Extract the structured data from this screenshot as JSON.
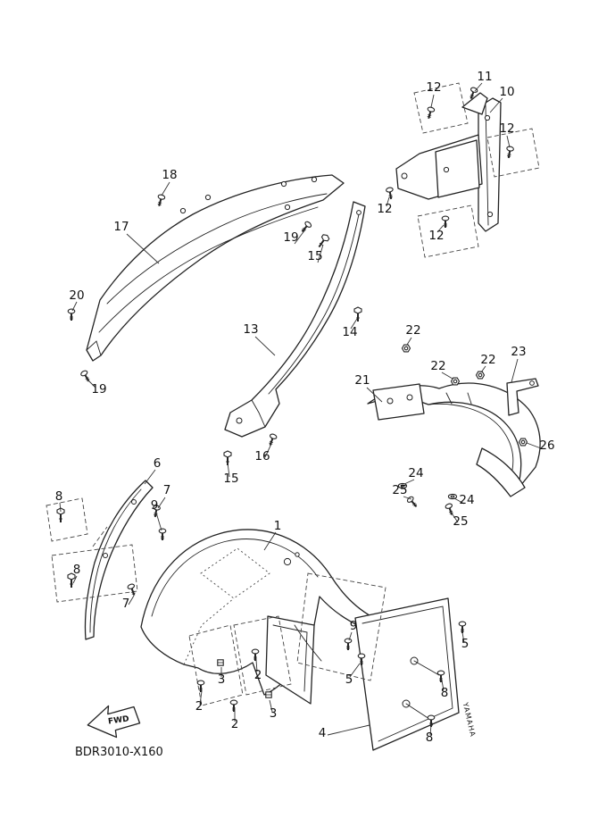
{
  "diagram": {
    "code": "BDR3010-X160",
    "fwd": "FWD",
    "decal": "YAMAHA",
    "numbers": {
      "1": "1",
      "2": "2",
      "3": "3",
      "4": "4",
      "5": "5",
      "6": "6",
      "7": "7",
      "8": "8",
      "9": "9",
      "10": "10",
      "11": "11",
      "12": "12",
      "13": "13",
      "14": "14",
      "15": "15",
      "16": "16",
      "17": "17",
      "18": "18",
      "19": "19",
      "20": "20",
      "21": "21",
      "22": "22",
      "23": "23",
      "24": "24",
      "25": "25",
      "26": "26"
    }
  }
}
